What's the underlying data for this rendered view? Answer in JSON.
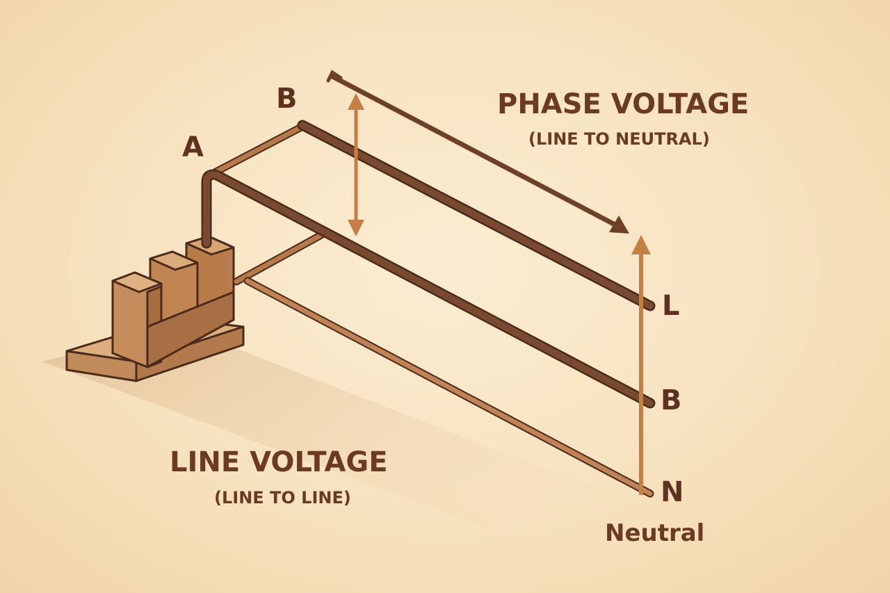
{
  "labels": {
    "terminal_a": "A",
    "terminal_b_top": "B",
    "phase_title": "PHASE VOLTAGE",
    "phase_sub": "(LINE TO NEUTRAL)",
    "line_title": "LINE VOLTAGE",
    "line_sub": "(LINE TO LINE)",
    "end_l": "L",
    "end_b": "B",
    "end_n": "N",
    "neutral": "Neutral"
  },
  "colors": {
    "wire_dark": "#6e4028",
    "wire_copper": "#b8794a",
    "arrow_copper": "#c47f45",
    "block_face": "#c68d5c",
    "block_side": "#a56d42",
    "base_top": "#dcae7e",
    "outline": "#4a2a1a",
    "text": "#6b3a22"
  }
}
